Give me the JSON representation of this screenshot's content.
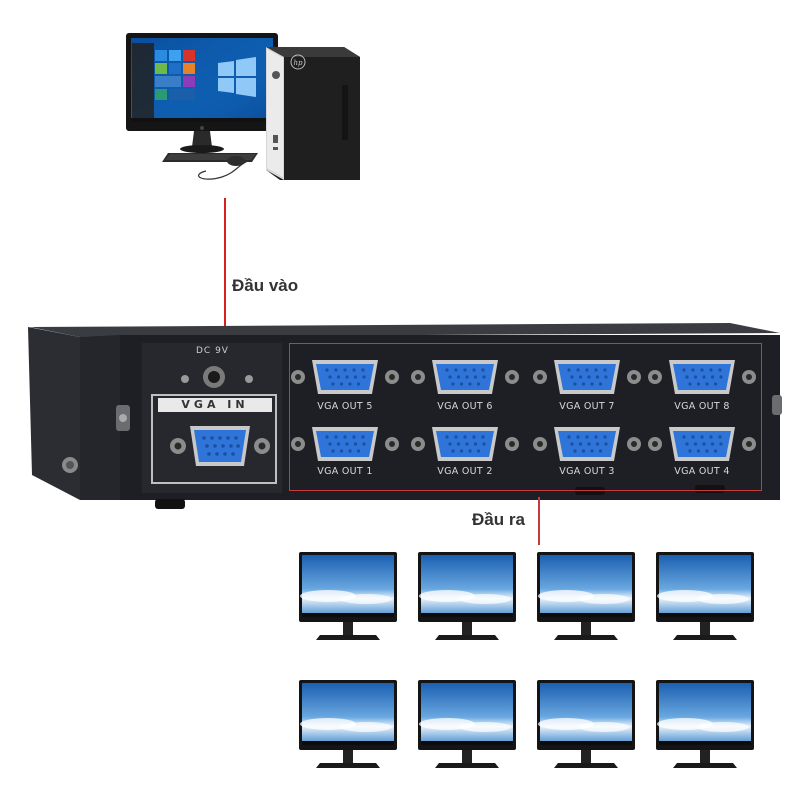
{
  "labels": {
    "input": "Đầu vào",
    "output": "Đầu ra"
  },
  "device": {
    "power": "DC 9V",
    "vga_in": "VGA IN",
    "ports_top": [
      "VGA OUT 5",
      "VGA OUT 6",
      "VGA OUT 7",
      "VGA OUT 8"
    ],
    "ports_bottom": [
      "VGA OUT 1",
      "VGA OUT 2",
      "VGA OUT 3",
      "VGA OUT 4"
    ]
  },
  "computer": {
    "brand": "hp"
  },
  "colors": {
    "cable": "#d62020",
    "highlight_box": "#c8383c",
    "port_blue": "#2f74d8",
    "device_body": "#1d1f25"
  },
  "monitor_count": 8
}
